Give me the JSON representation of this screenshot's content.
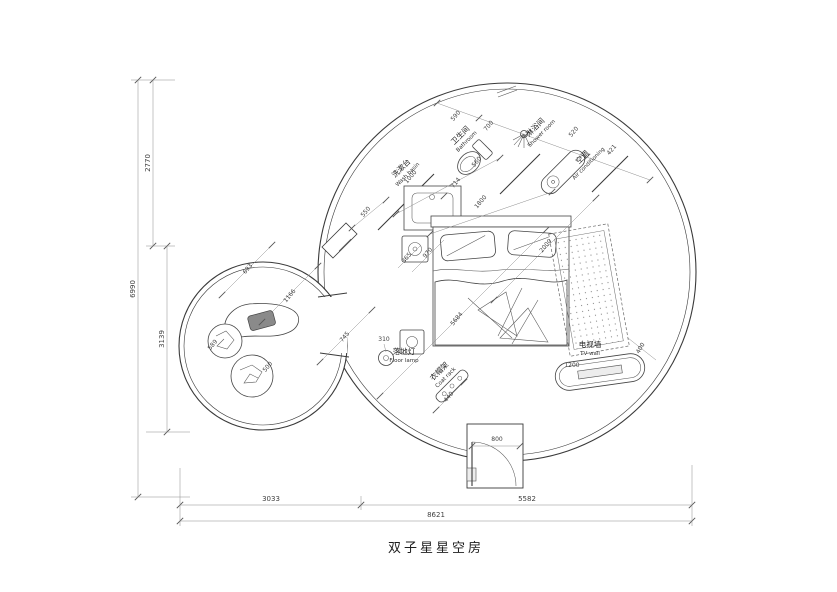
{
  "title": "双子星星空房",
  "colors": {
    "ink": "#3a3a3a",
    "dim": "#8c8c8c"
  },
  "rooms": {
    "washbasin": {
      "cn": "洗漱台",
      "en": "Wash basin"
    },
    "bathroom": {
      "cn": "卫生间",
      "en": "Bathroom"
    },
    "shower": {
      "cn": "淋浴间",
      "en": "Shower room"
    },
    "ac": {
      "cn": "空调",
      "en": "Air conditioning"
    },
    "floor_lamp": {
      "cn": "落地灯",
      "en": "Floor lamp"
    },
    "coat_rack": {
      "cn": "衣帽架",
      "en": "Coat rack"
    },
    "tv_wall": {
      "cn": "电视墙",
      "en": "TV wall"
    }
  },
  "dims": {
    "h6990": "6990",
    "h2770": "2770",
    "h3139": "3139",
    "w3033": "3033",
    "w5582": "5582",
    "w8621": "8621",
    "d590": "590",
    "d700": "700",
    "d520": "520",
    "d421": "421",
    "d560": "560",
    "d714": "714",
    "d1000": "1000",
    "d1800": "1800",
    "d550": "550",
    "d365": "365",
    "d970": "970",
    "d2000": "2000",
    "d5684": "5684",
    "d745": "745",
    "d693": "693",
    "d1166": "1166",
    "d589": "589",
    "d500": "500",
    "d310": "310",
    "d440": "440",
    "d1200": "1200",
    "d400": "400",
    "d800": "800"
  }
}
